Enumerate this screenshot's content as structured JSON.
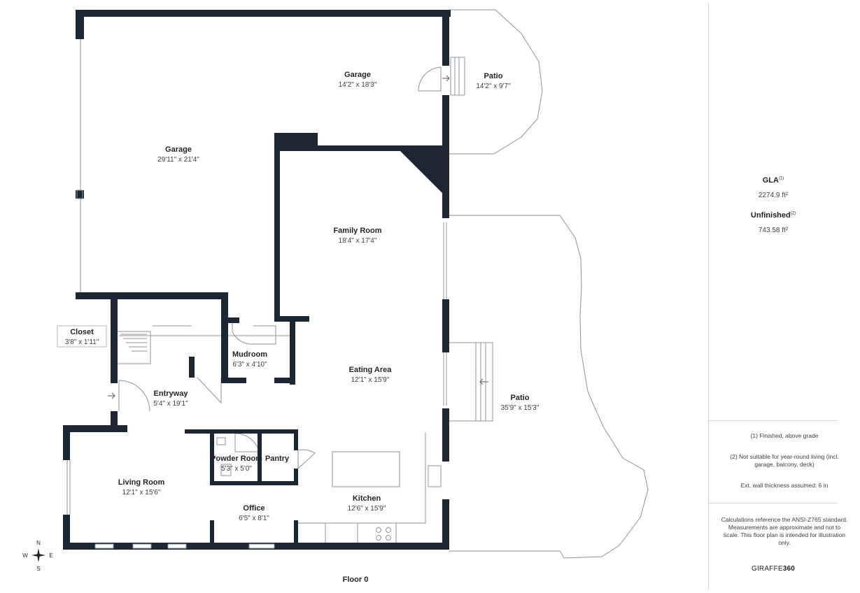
{
  "rooms": {
    "garage_big": {
      "name": "Garage",
      "dims": "29'11\" x 21'4\""
    },
    "garage_small": {
      "name": "Garage",
      "dims": "14'2\" x 18'3\""
    },
    "patio_top": {
      "name": "Patio",
      "dims": "14'2\" x 9'7\""
    },
    "family_room": {
      "name": "Family Room",
      "dims": "18'4\" x 17'4\""
    },
    "closet": {
      "name": "Closet",
      "dims": "3'8\" x 1'11\""
    },
    "mudroom": {
      "name": "Mudroom",
      "dims": "6'3\" x 4'10\""
    },
    "eating_area": {
      "name": "Eating Area",
      "dims": "12'1\" x 15'9\""
    },
    "entryway": {
      "name": "Entryway",
      "dims": "5'4\" x 19'1\""
    },
    "patio_right": {
      "name": "Patio",
      "dims": "35'9\" x 15'3\""
    },
    "powder_room": {
      "name": "Powder Room",
      "dims": "5'3\" x 5'0\""
    },
    "pantry": {
      "name": "Pantry",
      "dims": ""
    },
    "living_room": {
      "name": "Living Room",
      "dims": "12'1\" x 15'6\""
    },
    "office": {
      "name": "Office",
      "dims": "6'5\" x 8'1\""
    },
    "kitchen": {
      "name": "Kitchen",
      "dims": "12'6\" x 15'9\""
    }
  },
  "floor_label": "Floor 0",
  "compass": {
    "n": "N",
    "s": "S",
    "e": "E",
    "w": "W"
  },
  "side_panel": {
    "gla_title": "GLA",
    "gla_sup": "(1)",
    "gla_value": "2274.9 ft²",
    "unfinished_title": "Unfinished",
    "unfinished_sup": "(2)",
    "unfinished_value": "743.58 ft²",
    "note1": "(1) Finished, above grade",
    "note2": "(2) Not suitable for year-round living (incl. garage, balcony, deck)",
    "note3": "Ext. wall thickness assumed: 6 in",
    "note4": "Calculations reference the ANSI-Z765 standard. Measurements are approximate and not to scale. This floor plan is intended for illustration only.",
    "brand_light": "GIRAFFE",
    "brand_bold": "360"
  },
  "colors": {
    "wall": "#1c2733",
    "line": "#9aa0a6",
    "text": "#1f2327"
  }
}
